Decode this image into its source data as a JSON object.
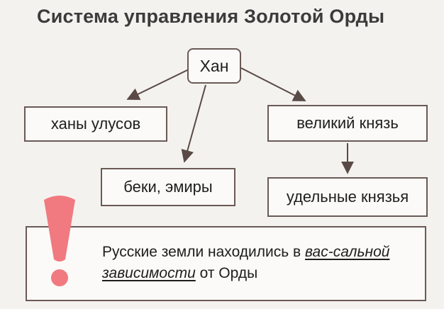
{
  "title": "Система управления Золотой Орды",
  "nodes": {
    "khan": "Хан",
    "ulus_khans": "ханы улусов",
    "grand_prince": "великий князь",
    "beks_emirs": "беки, эмиры",
    "appanage_princes": "удельные князья"
  },
  "note": {
    "text_before": "Русские земли находились в ",
    "emphasis": "вас-сальной зависимости",
    "text_after": " от Орды"
  },
  "colors": {
    "border": "#6a5a55",
    "arrow": "#5a4a45",
    "exclamation": "#f07a80"
  },
  "icons": {
    "exclamation": "exclamation-mark-icon"
  }
}
